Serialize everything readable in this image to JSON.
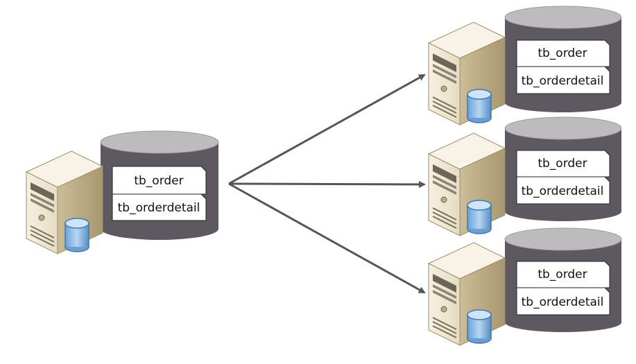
{
  "colors": {
    "background": "#ffffff",
    "cylinder_body": "#5e5860",
    "cylinder_top": "#bdbbbd",
    "cylinder_rim": "#8e8a8f",
    "arrow": "#555555",
    "server_front": "#efe7d2",
    "server_side": "#c8b893",
    "server_top": "#f7f2e4",
    "db_icon": "#8fbbe3",
    "db_icon_dark": "#3f78b5"
  },
  "source": {
    "tables": [
      {
        "name": "tb_order"
      },
      {
        "name": "tb_orderdetail"
      }
    ]
  },
  "targets": [
    {
      "tables": [
        {
          "name": "tb_order"
        },
        {
          "name": "tb_orderdetail"
        }
      ]
    },
    {
      "tables": [
        {
          "name": "tb_order"
        },
        {
          "name": "tb_orderdetail"
        }
      ]
    },
    {
      "tables": [
        {
          "name": "tb_order"
        },
        {
          "name": "tb_orderdetail"
        }
      ]
    }
  ]
}
